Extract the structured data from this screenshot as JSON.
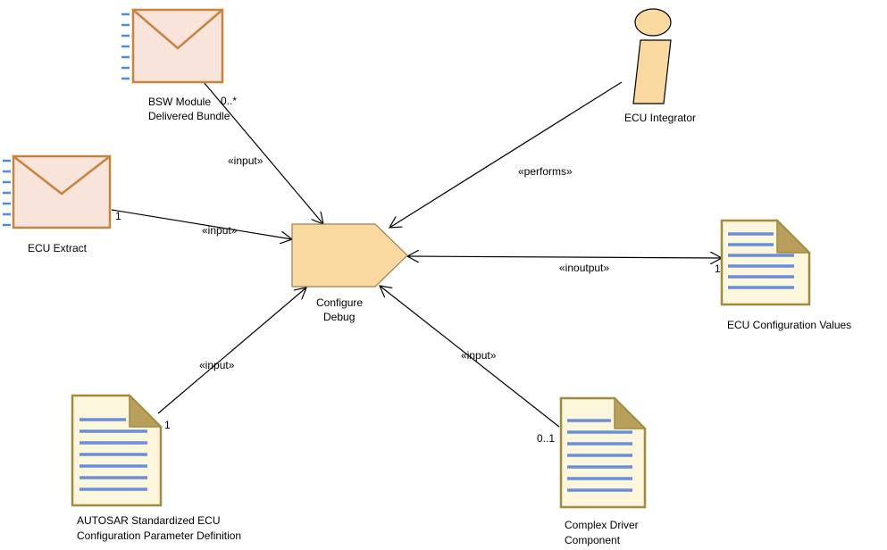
{
  "task": {
    "label_line1": "Configure",
    "label_line2": "Debug"
  },
  "role": {
    "label": "ECU Integrator"
  },
  "nodes": {
    "bsw_bundle": {
      "line1": "BSW Module",
      "line2": "Delivered Bundle"
    },
    "ecu_extract": {
      "label": "ECU Extract"
    },
    "ecu_config_values": {
      "label": "ECU Configuration Values"
    },
    "autosar_param_def": {
      "line1": "AUTOSAR Standardized ECU",
      "line2": "Configuration Parameter Definition"
    },
    "complex_driver": {
      "line1": "Complex Driver",
      "line2": "Component"
    }
  },
  "edges": {
    "bsw_input": {
      "stereotype": "«input»",
      "multiplicity": "0..*"
    },
    "extract_input": {
      "stereotype": "«input»",
      "multiplicity": "1"
    },
    "performs": {
      "stereotype": "«performs»"
    },
    "inoutput": {
      "stereotype": "«inoutput»",
      "multiplicity": "1"
    },
    "param_input": {
      "stereotype": "«input»",
      "multiplicity": "1"
    },
    "cdd_input": {
      "stereotype": "«input»",
      "multiplicity": "0..1"
    }
  },
  "colors": {
    "task_fill": "#fad9a0",
    "task_stroke": "#a07c4c",
    "envelope_fill": "#f8e4da",
    "envelope_stroke": "#c8843c",
    "envelope_ticks": "#4a90d9",
    "document_fill": "#fbf6dc",
    "document_stroke": "#a08c3c",
    "document_lines": "#6a8fd8",
    "document_fold": "#b8a05c",
    "role_fill": "#fad9a0",
    "line": "#000000"
  }
}
